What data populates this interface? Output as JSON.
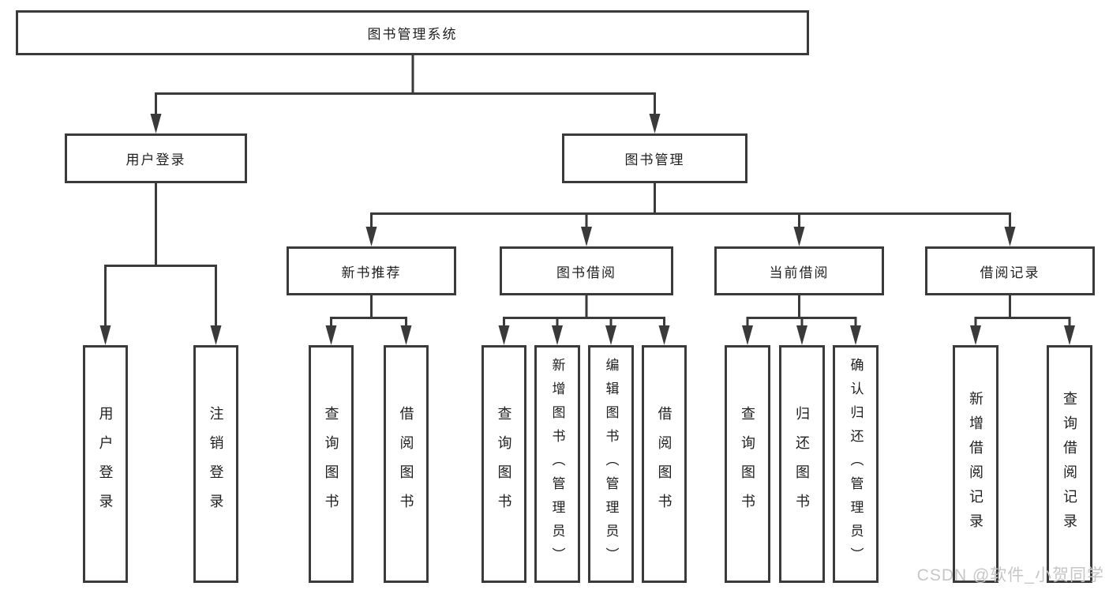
{
  "title": "图书管理系统",
  "branches": {
    "user_login": {
      "label": "用户登录",
      "children": [
        "用户登录",
        "注销登录"
      ]
    },
    "book_mgmt": {
      "label": "图书管理",
      "sections": [
        {
          "label": "新书推荐",
          "children": [
            "查询图书",
            "借阅图书"
          ]
        },
        {
          "label": "图书借阅",
          "children": [
            "查询图书",
            "新增图书（管理员）",
            "编辑图书（管理员）",
            "借阅图书"
          ]
        },
        {
          "label": "当前借阅",
          "children": [
            "查询图书",
            "归还图书",
            "确认归还（管理员）"
          ]
        },
        {
          "label": "借阅记录",
          "children": [
            "新增借阅记录",
            "查询借阅记录"
          ]
        }
      ]
    }
  },
  "watermark": "CSDN @软件_小贺同学",
  "colors": {
    "line": "#3a3a3a",
    "text": "#1f1f1f",
    "watermark": "#c6c6c6",
    "background": "#ffffff"
  }
}
